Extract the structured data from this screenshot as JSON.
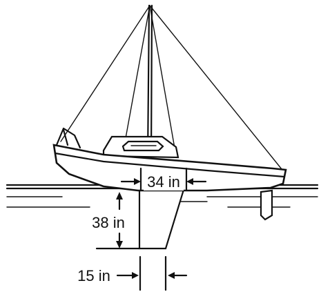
{
  "labels": {
    "hull_width": "34 in",
    "keel_depth": "38 in",
    "keel_bottom_width": "15 in"
  }
}
